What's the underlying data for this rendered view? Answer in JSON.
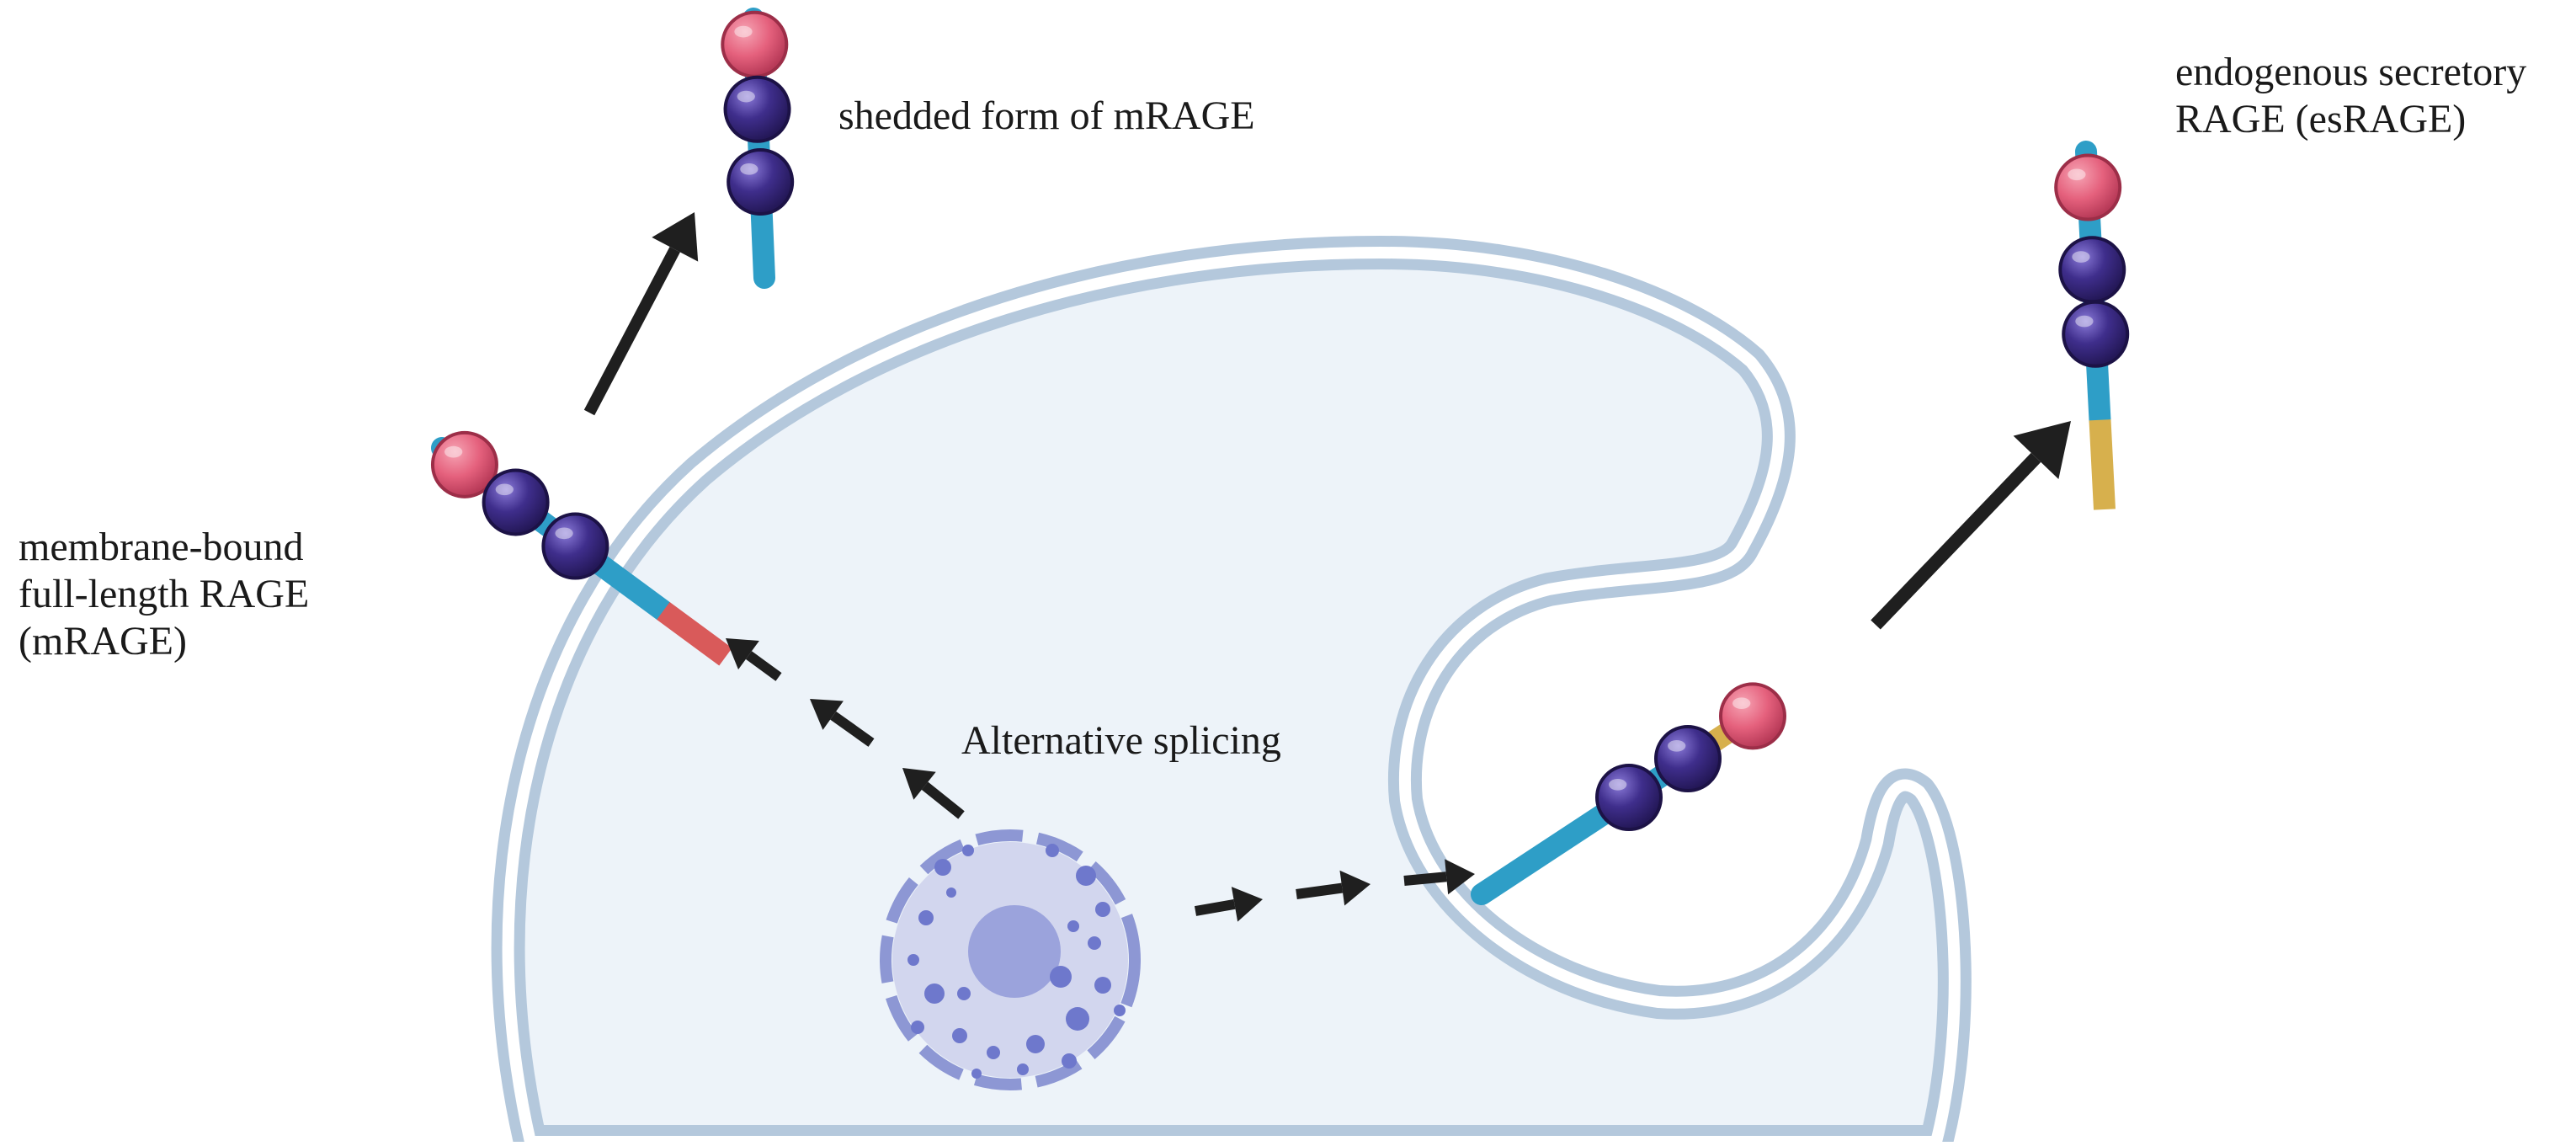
{
  "labels": {
    "shedded": "shedded form of mRAGE",
    "esrage_line1": "endogenous secretory",
    "esrage_line2": "RAGE (esRAGE)",
    "mrage_line1": "membrane-bound",
    "mrage_line2": "full-length RAGE",
    "mrage_line3": "(mRAGE)",
    "splicing": "Alternative splicing"
  },
  "colors": {
    "cell_fill": "#edf3f9",
    "membrane": "#b4c8dc",
    "ig_domain_pink": "#e5617d",
    "ig_domain_purple": "#3f2e8c",
    "stalk_blue": "#2e9ec7",
    "transmembrane_red": "#d95a5a",
    "esrage_tail_gold": "#d7b04d",
    "nucleus_fill": "#d2d6ee",
    "nucleus_border": "#8d97d4",
    "chromatin": "#6e78cc",
    "arrow": "#1f1f1f"
  },
  "icons": [
    "cell-icon",
    "nucleus-icon",
    "rage-receptor-icon",
    "arrow-icon"
  ]
}
